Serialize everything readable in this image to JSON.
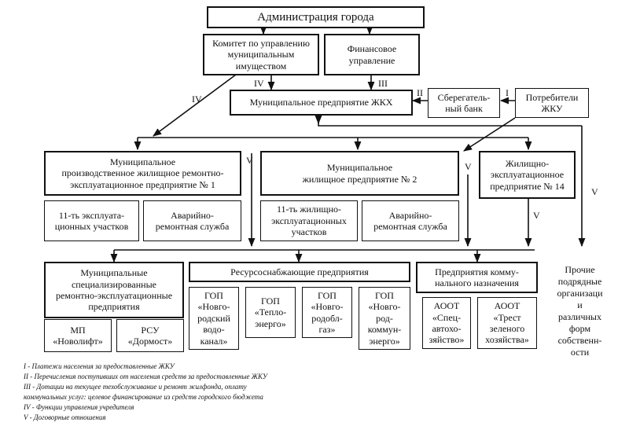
{
  "nodes": {
    "admin": "Администрация города",
    "committee": "Комитет по управлению\nмуниципальным\nимуществом",
    "finance": "Финансовое\nуправление",
    "mp_zhkh": "Муниципальное предприятие ЖКХ",
    "savings_bank": "Сберегатель-\nный банк",
    "consumers": "Потребители\nЖКУ",
    "mpzhreo1": "Муниципальное\nпроизводственное жилищное ремонтно-\nэксплуатационное  предприятие № 1",
    "mzhp2": "Муниципальное\nжилищное предприятие № 2",
    "zheo14": "Жилищно-\nэксплуатационное\nпредприятие № 14",
    "sites11": "11-ть эксплуата-\nционных участков",
    "emergency1": "Аварийно-\nремонтная служба",
    "housing11": "11-ть жилищно-\nэксплуатационных\nучастков",
    "emergency2": "Аварийно-\nремонтная служба",
    "msreo": "Муниципальные\nспециализированные\nремонтно-эксплуатационные\nпредприятия",
    "resource": "Ресурсоснабжающие  предприятия",
    "communal": "Предприятия комму-\nнального назначения",
    "others": "Прочие\nподрядные\nорганизаци\nи\nразличных\nформ\nсобственн-\nости",
    "mp_novolift": "МП\n«Новолифт»",
    "rsu_dormost": "РСУ\n«Дормост»",
    "gop_vodokanal": "ГОП\n«Новго-\nродский\nводо-\nканал»",
    "gop_teploenergo": "ГОП\n«Тепло-\nэнерго»",
    "gop_novgorodoblgaz": "ГОП\n«Новго-\nродобл-\nгаз»",
    "gop_novgorodkommunenergo": "ГОП\n«Новго-\nрод-\nкоммун-\nэнерго»",
    "aoot_spetsavto": "АООТ\n«Спец-\nавтохо-\nзяйство»",
    "aoot_trest": "АООТ\n«Трест\nзеленого\nхозяйства»"
  },
  "edge_labels": {
    "i": "I",
    "ii": "II",
    "iii": "III",
    "iv": "IV",
    "v": "V"
  },
  "legend": [
    "I   - Платежи населения за предоставленные ЖКУ",
    "II  - Перечисления поступивших от населения средств за предоставленные ЖКУ",
    "III - Дотации на текущее техобслуживание и ремонт жилфонда, оплату",
    "коммунальных услуг: целевое финансирование из средств городского бюджета",
    "IV - Функции управления учредителя",
    "V  - Договорные отношения"
  ]
}
